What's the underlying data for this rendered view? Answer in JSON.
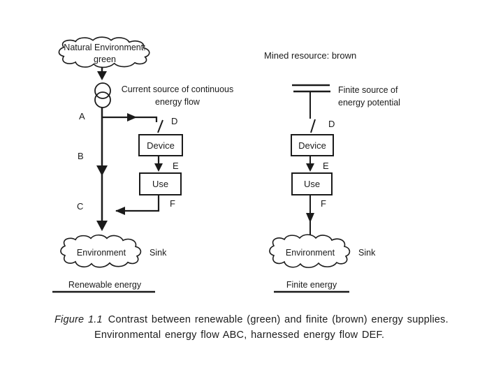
{
  "page": {
    "background": "#ffffff",
    "ink": "#1b1b1b"
  },
  "left_diagram": {
    "source_cloud": {
      "line1": "Natural Environment:",
      "line2": "green"
    },
    "source_symbol_label": {
      "line1": "Current source of continuous",
      "line2": "energy flow"
    },
    "nodes": {
      "a": "A",
      "b": "B",
      "c": "C",
      "d": "D",
      "e": "E",
      "f": "F"
    },
    "device_box": "Device",
    "use_box": "Use",
    "sink_cloud": "Environment",
    "sink_label": "Sink",
    "footer": "Renewable energy"
  },
  "right_diagram": {
    "header": "Mined resource: brown",
    "source_symbol_label": {
      "line1": "Finite source of",
      "line2": "energy potential"
    },
    "nodes": {
      "d": "D",
      "e": "E",
      "f": "F"
    },
    "device_box": "Device",
    "use_box": "Use",
    "sink_cloud": "Environment",
    "sink_label": "Sink",
    "footer": "Finite energy"
  },
  "caption": {
    "label": "Figure 1.1",
    "line1": "Contrast between renewable (green) and finite (brown) energy supplies.",
    "line2": "Environmental energy flow ABC, harnessed energy flow DEF."
  }
}
